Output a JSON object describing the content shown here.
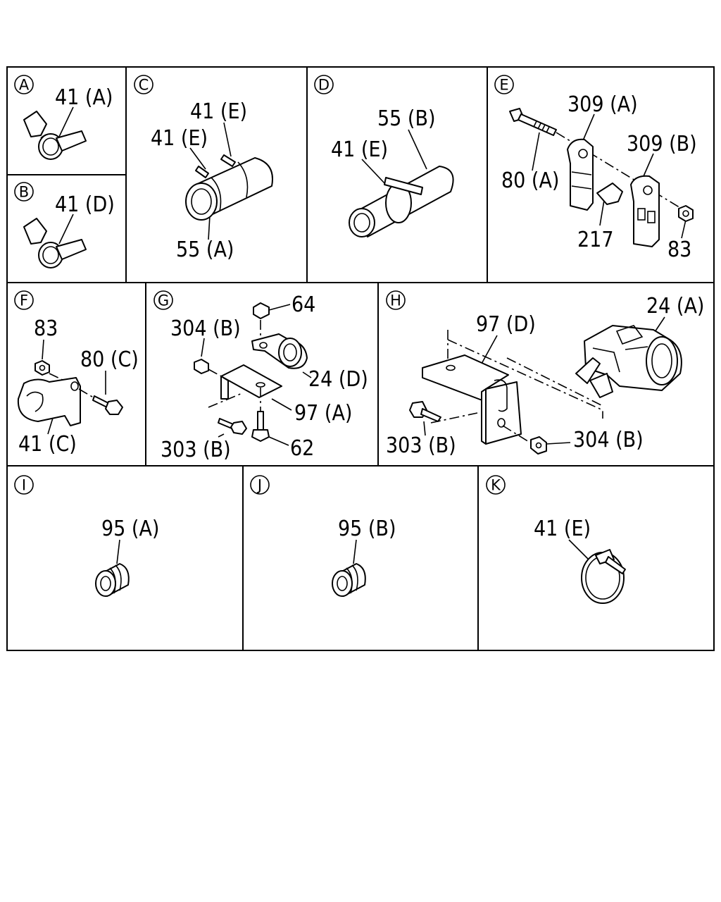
{
  "panels": {
    "A": {
      "letter": "A",
      "labels": [
        "41 (A)"
      ]
    },
    "B": {
      "letter": "B",
      "labels": [
        "41 (D)"
      ]
    },
    "C": {
      "letter": "C",
      "labels": [
        "41 (E)",
        "41 (E)",
        "55 (A)"
      ]
    },
    "D": {
      "letter": "D",
      "labels": [
        "55 (B)",
        "41 (E)"
      ]
    },
    "E": {
      "letter": "E",
      "labels": [
        "309 (A)",
        "309 (B)",
        "80 (A)",
        "217",
        "83"
      ]
    },
    "F": {
      "letter": "F",
      "labels": [
        "83",
        "80 (C)",
        "41 (C)"
      ]
    },
    "G": {
      "letter": "G",
      "labels": [
        "64",
        "304 (B)",
        "24 (D)",
        "97 (A)",
        "303 (B)",
        "62"
      ]
    },
    "H": {
      "letter": "H",
      "labels": [
        "97 (D)",
        "24 (A)",
        "303 (B)",
        "304 (B)"
      ]
    },
    "I": {
      "letter": "I",
      "labels": [
        "95 (A)"
      ]
    },
    "J": {
      "letter": "J",
      "labels": [
        "95 (B)"
      ]
    },
    "K": {
      "letter": "K",
      "labels": [
        "41 (E)"
      ]
    }
  }
}
